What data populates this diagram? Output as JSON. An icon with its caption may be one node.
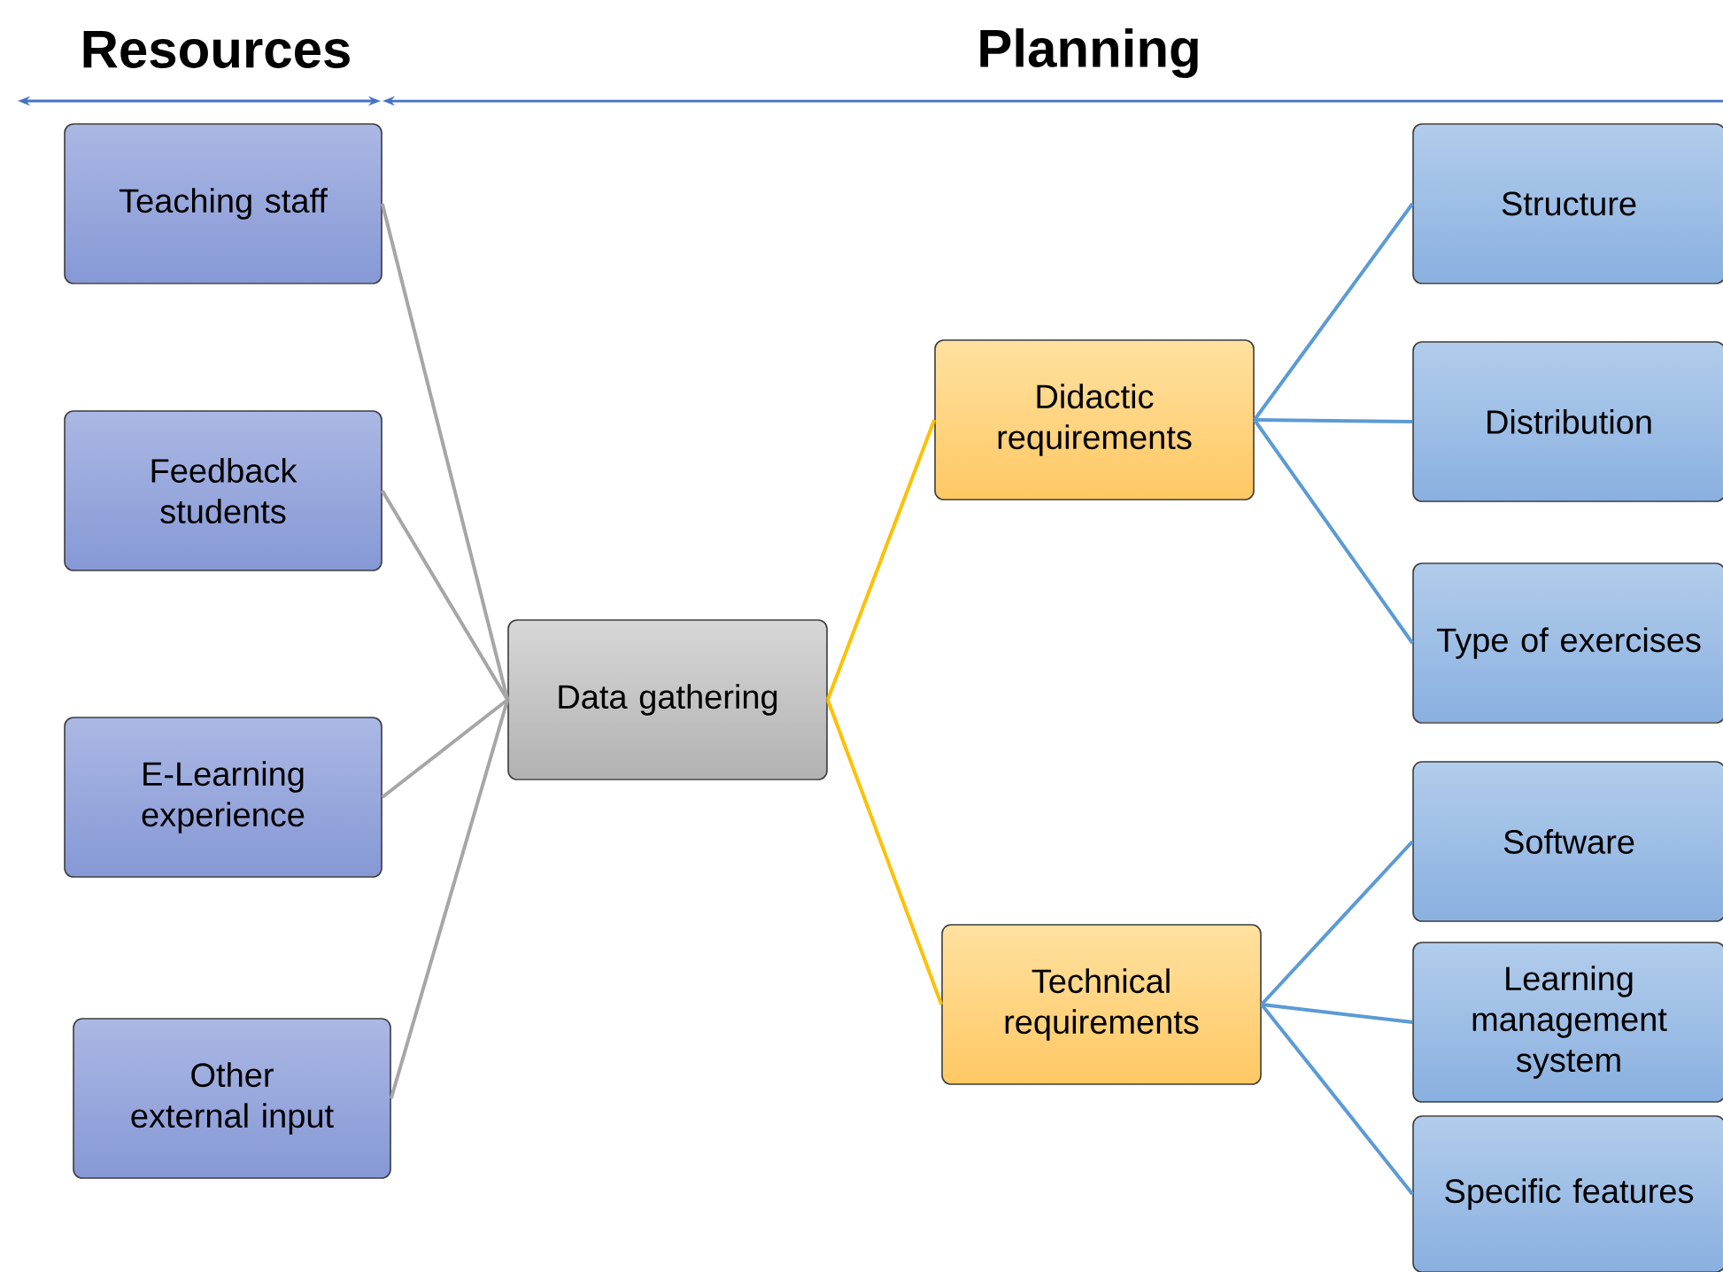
{
  "diagram": {
    "nodes": [
      {
        "text": [
          "Teaching staff"
        ]
      },
      {
        "text": [
          "Feedback students"
        ]
      },
      {
        "text": [
          "E-Learning experience"
        ]
      },
      {
        "text": [
          "Other external input"
        ]
      },
      {
        "text": [
          "Data gathering"
        ]
      },
      {
        "text": [
          "Didactic requirements"
        ]
      },
      {
        "text": [
          "Technical requirements"
        ]
      },
      {
        "text": [
          "Structure"
        ]
      },
      {
        "text": [
          "Distribution"
        ]
      },
      {
        "text": [
          "Type of exercises"
        ]
      },
      {
        "text": [
          "Software"
        ]
      },
      {
        "text": [
          "Learning management system"
        ]
      },
      {
        "text": [
          "Specific features"
        ]
      }
    ],
    "edges": [
      {
        "from": 0,
        "to": 4,
        "arrow": "none",
        "color": "#a6a6a6"
      },
      {
        "from": 1,
        "to": 4,
        "arrow": "none",
        "color": "#a6a6a6"
      },
      {
        "from": 2,
        "to": 4,
        "arrow": "none",
        "color": "#a6a6a6"
      },
      {
        "from": 3,
        "to": 4,
        "arrow": "none",
        "color": "#a6a6a6"
      },
      {
        "from": 4,
        "to": 5,
        "arrow": "none",
        "color": "#ffc000"
      },
      {
        "from": 4,
        "to": 6,
        "arrow": "none",
        "color": "#ffc000"
      },
      {
        "from": 5,
        "to": 7,
        "arrow": "none"
      },
      {
        "from": 5,
        "to": 8,
        "arrow": "none"
      },
      {
        "from": 5,
        "to": 9,
        "arrow": "none"
      },
      {
        "from": 6,
        "to": 10,
        "arrow": "none"
      },
      {
        "from": 6,
        "to": 11,
        "arrow": "none"
      },
      {
        "from": 6,
        "to": 12,
        "arrow": "none"
      }
    ],
    "labels": [
      "Resources",
      "Planning"
    ]
  }
}
